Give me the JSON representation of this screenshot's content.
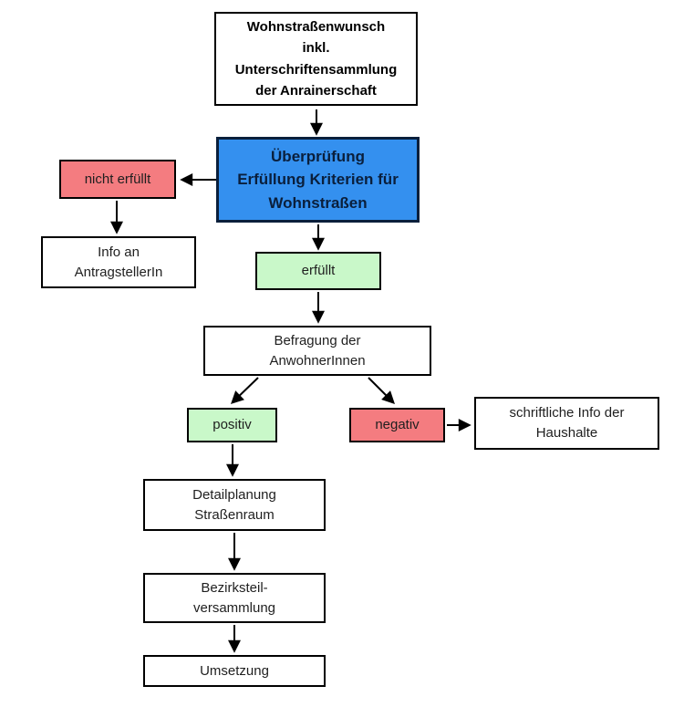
{
  "nodes": {
    "request": {
      "label": "Wohnstraßenwunsch\ninkl.\nUnterschriftensammlung\nder Anrainerschaft"
    },
    "check": {
      "label": "Überprüfung\nErfüllung Kriterien für\nWohnstraßen"
    },
    "not_fulfilled": {
      "label": "nicht erfüllt"
    },
    "info_applicant": {
      "label": "Info an\nAntragstellerIn"
    },
    "fulfilled": {
      "label": "erfüllt"
    },
    "survey": {
      "label": "Befragung der\nAnwohnerInnen"
    },
    "positive": {
      "label": "positiv"
    },
    "negative": {
      "label": "negativ"
    },
    "info_households": {
      "label": "schriftliche Info der\nHaushalte"
    },
    "detail_planning": {
      "label": "Detailplanung\nStraßenraum"
    },
    "district_meeting": {
      "label": "Bezirksteil-\nversammlung"
    },
    "implementation": {
      "label": "Umsetzung"
    }
  },
  "edges": [
    {
      "from": "request",
      "to": "check"
    },
    {
      "from": "check",
      "to": "not_fulfilled"
    },
    {
      "from": "not_fulfilled",
      "to": "info_applicant"
    },
    {
      "from": "check",
      "to": "fulfilled"
    },
    {
      "from": "fulfilled",
      "to": "survey"
    },
    {
      "from": "survey",
      "to": "positive"
    },
    {
      "from": "survey",
      "to": "negative"
    },
    {
      "from": "negative",
      "to": "info_households"
    },
    {
      "from": "positive",
      "to": "detail_planning"
    },
    {
      "from": "detail_planning",
      "to": "district_meeting"
    },
    {
      "from": "district_meeting",
      "to": "implementation"
    }
  ],
  "colors": {
    "process_blue": "#3490EF",
    "blue_border": "#0A1F3C",
    "blue_text": "#0A1F3C",
    "negative_red": "#F47C80",
    "positive_green": "#C9F8C9",
    "line_black": "#000000",
    "box_white": "#FFFFFF"
  }
}
